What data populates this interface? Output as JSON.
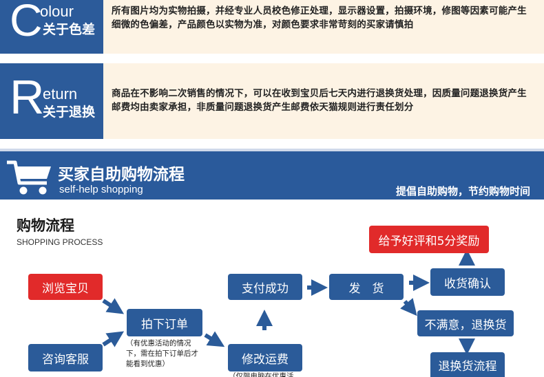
{
  "colour": {
    "big_letter": "C",
    "word": "olour",
    "cn_title": "关于色差",
    "text": "所有图片均为实物拍摄，并经专业人员校色修正处理，显示器设置，拍摄环境，修图等因素可能产生细微的色偏差，产品颜色以实物为准，对颜色要求非常苛刻的买家请慎拍"
  },
  "return": {
    "big_letter": "R",
    "word": "eturn",
    "cn_title": "关于退换",
    "text": "商品在不影响二次销售的情况下，可以在收到宝贝后七天内进行退换货处理，因质量问题退换货产生邮费均由卖家承担，非质量问题退换货产生邮费依天猫规则进行责任划分"
  },
  "self_help": {
    "title": "买家自助购物流程",
    "subtitle": "self-help shopping",
    "slogan": "提倡自助购物，节约购物时间"
  },
  "process": {
    "title": "购物流程",
    "subtitle": "SHOPPING PROCESS",
    "steps": {
      "browse": "浏览宝贝",
      "consult": "咨询客服",
      "order": "拍下订单",
      "modify": "修改运费",
      "pay": "支付成功",
      "ship": "发　货",
      "receive": "收货确认",
      "review": "给予好评和5分奖励",
      "unsatisfied": "不满意，退换货",
      "return_flow": "退换货流程"
    },
    "order_note": "（有优惠活动的情况下，需在拍下订单后才能看到优惠）",
    "modify_note": "（仅限电脑在优惠活"
  },
  "colors": {
    "brand_blue": "#2b5b99",
    "accent_red": "#e12a2a",
    "info_bg": "#fdf3e4"
  }
}
